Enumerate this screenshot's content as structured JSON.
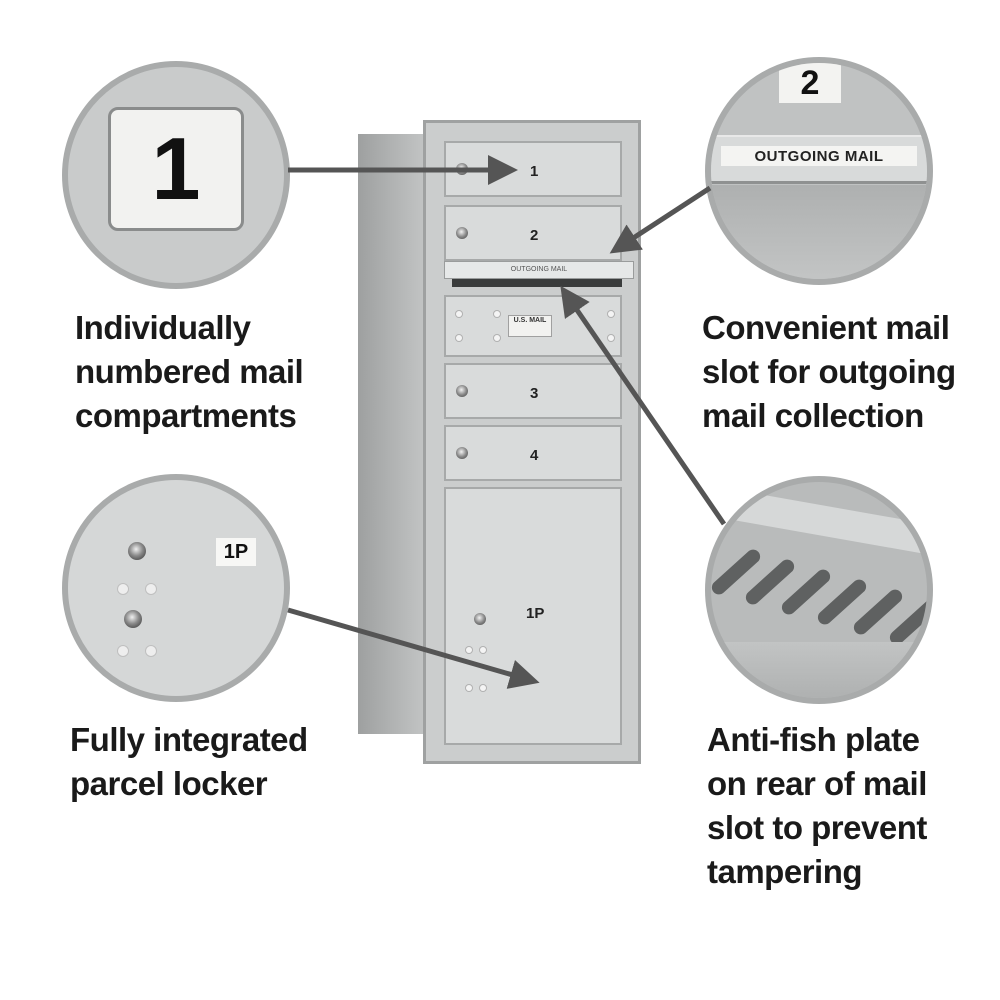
{
  "captions": {
    "numbered": [
      "Individually",
      "numbered mail",
      "compartments"
    ],
    "outgoing": [
      "Convenient mail",
      "slot for outgoing",
      "mail collection"
    ],
    "parcel": [
      "Fully integrated",
      "parcel locker"
    ],
    "antifish": [
      "Anti-fish plate",
      "on rear of mail",
      "slot to prevent",
      "tampering"
    ]
  },
  "callouts": {
    "numbered_tile": "1",
    "outgoing_tile": "2",
    "outgoing_label": "OUTGOING MAIL",
    "parcel_tile": "1P"
  },
  "mailbox": {
    "doors": [
      "1",
      "2",
      "3",
      "4"
    ],
    "slot_label": "OUTGOING MAIL",
    "usmail_label": "U.S. MAIL",
    "parcel_number": "1P"
  },
  "colors": {
    "caption_text": "#1a1a1a",
    "arrow": "#555555",
    "aluminum": "#cbcdcd",
    "circle_border": "#a9abab"
  }
}
